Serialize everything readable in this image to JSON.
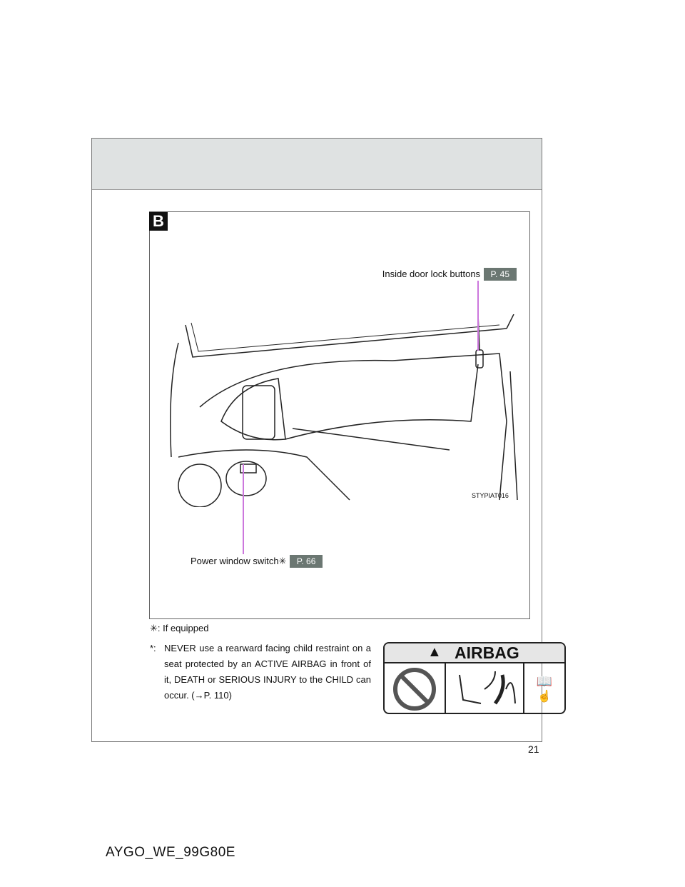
{
  "section_badge": "B",
  "callouts": [
    {
      "label": "Inside door lock buttons",
      "page_ref": "P. 45"
    },
    {
      "label": "Power window switch✳",
      "page_ref": "P. 66"
    }
  ],
  "image_code": "STYPIAT016",
  "footnote_equipped": "✳: If equipped",
  "warning": {
    "marker": "*:",
    "text": "NEVER use a rearward facing child restraint on a seat protected by an ACTIVE AIRBAG in front of it, DEATH or SERIOUS INJURY to the CHILD can occur. (→P. 110)"
  },
  "airbag_label": {
    "title": "AIRBAG"
  },
  "page_number": "21",
  "footer_code": "AYGO_WE_99G80E",
  "colors": {
    "header_band": "#dfe2e2",
    "page_badge": "#6b7772",
    "leader_line": "#cc77dd"
  }
}
